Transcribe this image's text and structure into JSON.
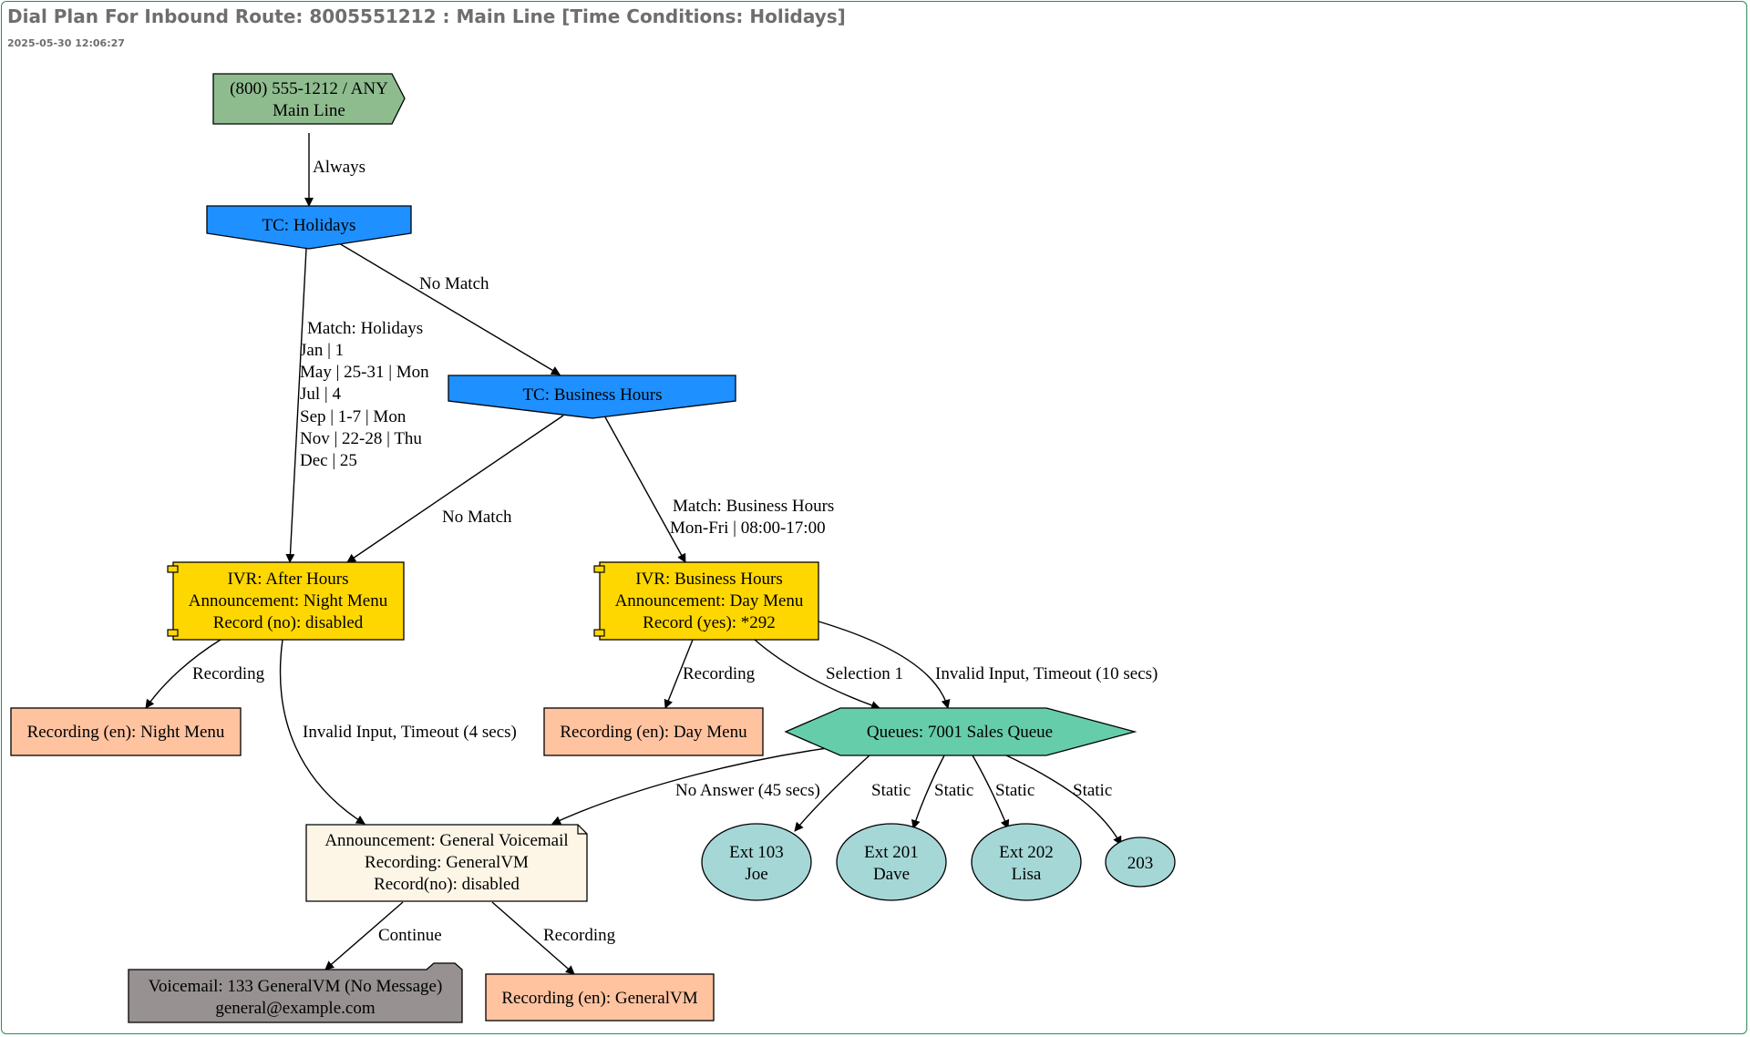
{
  "header": {
    "title": "Dial Plan For Inbound Route: 8005551212 : Main Line [Time Conditions: Holidays]",
    "timestamp": "2025-05-30 12:06:27"
  },
  "nodes": {
    "inbound": [
      "(800) 555-1212 / ANY",
      "Main Line"
    ],
    "tc_holidays": [
      "TC: Holidays"
    ],
    "tc_business": [
      "TC: Business Hours"
    ],
    "ivr_after": [
      "IVR: After Hours",
      "Announcement: Night Menu",
      "Record (no): disabled"
    ],
    "ivr_business": [
      "IVR: Business Hours",
      "Announcement: Day Menu",
      "Record (yes): *292"
    ],
    "rec_night": [
      "Recording (en): Night Menu"
    ],
    "rec_day": [
      "Recording (en): Day Menu"
    ],
    "queue": [
      "Queues: 7001 Sales Queue"
    ],
    "announcement": [
      "Announcement: General Voicemail",
      "Recording: GeneralVM",
      "Record(no): disabled"
    ],
    "ext103": [
      "Ext 103",
      "Joe"
    ],
    "ext201": [
      "Ext 201",
      "Dave"
    ],
    "ext202": [
      "Ext 202",
      "Lisa"
    ],
    "ext203": [
      "203"
    ],
    "voicemail": [
      "Voicemail: 133 GeneralVM (No Message)",
      "general@example.com"
    ],
    "rec_general": [
      "Recording (en): GeneralVM"
    ]
  },
  "edges": {
    "always": [
      "Always"
    ],
    "no_match_1": [
      "No Match"
    ],
    "match_holidays": [
      "Match: Holidays",
      "Jan | 1",
      "May | 25-31 | Mon",
      "Jul | 4",
      "Sep | 1-7 | Mon",
      "Nov | 22-28 | Thu",
      "Dec | 25"
    ],
    "no_match_2": [
      "No Match"
    ],
    "match_business": [
      "Match: Business Hours",
      "Mon-Fri | 08:00-17:00"
    ],
    "rec_after": [
      "Recording"
    ],
    "invalid_after": [
      "Invalid Input, Timeout (4 secs)"
    ],
    "rec_business": [
      "Recording"
    ],
    "selection_1": [
      "Selection 1"
    ],
    "invalid_business": [
      "Invalid Input, Timeout (10 secs)"
    ],
    "no_answer": [
      "No Answer (45 secs)"
    ],
    "static_103": [
      "Static"
    ],
    "static_201": [
      "Static"
    ],
    "static_202": [
      "Static"
    ],
    "static_203": [
      "Static"
    ],
    "continue": [
      "Continue"
    ],
    "rec_announcement": [
      "Recording"
    ]
  },
  "colors": {
    "inbound": "#8fbc8f",
    "time_condition": "#1e90ff",
    "ivr": "#ffd700",
    "recording": "#ffc3a0",
    "queue": "#66cdaa",
    "extension": "#a5d7d7",
    "announcement": "#fdf5e6",
    "voicemail": "#979191",
    "frame": "#2e8b57"
  }
}
